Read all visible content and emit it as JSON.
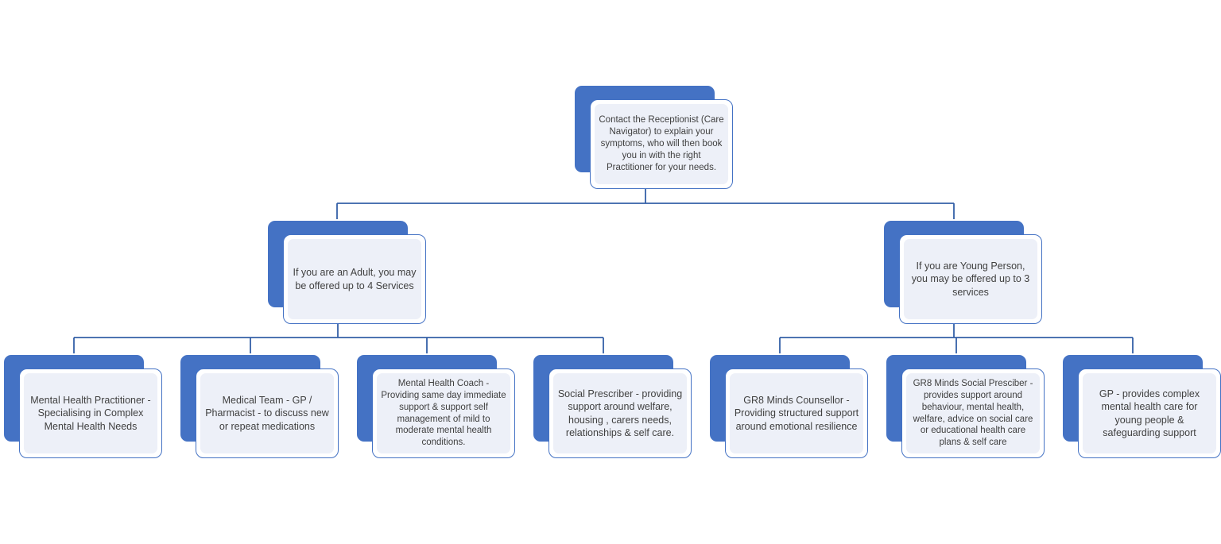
{
  "colors": {
    "page_bg": "#FFFFFF",
    "node_back_fill": "#4472C4",
    "node_front_fill": "#FFFFFF",
    "node_inner_fill": "#EDF0F8",
    "node_border": "#4472C4",
    "connector": "#3560A8",
    "text": "#404040"
  },
  "nodes": {
    "root": {
      "text": "Contact the Receptionist (Care Navigator) to explain your symptoms, who will then book you in with the right Practitioner for your needs.",
      "parent": null
    },
    "adult": {
      "text": "If you are an Adult, you may be offered up to 4 Services",
      "parent": "root"
    },
    "young": {
      "text": "If you are Young Person, you may be offered up to 3 services",
      "parent": "root"
    },
    "adult_service_1": {
      "text": "Mental Health Practitioner - Specialising in Complex Mental Health Needs",
      "parent": "adult"
    },
    "adult_service_2": {
      "text": "Medical Team - GP / Pharmacist - to discuss new or repeat medications",
      "parent": "adult"
    },
    "adult_service_3": {
      "text": "Mental Health Coach - Providing same day immediate support & support self management of mild to moderate mental health conditions.",
      "parent": "adult"
    },
    "adult_service_4": {
      "text": "Social Prescriber - providing support around welfare, housing , carers needs, relationships & self care.",
      "parent": "adult"
    },
    "young_service_1": {
      "text": "GR8 Minds Counsellor - Providing structured support around emotional resilience",
      "parent": "young"
    },
    "young_service_2": {
      "text": "GR8 Minds Social Presciber - provides support around behaviour, mental health, welfare, advice on social care or educational health care plans & self care",
      "parent": "young"
    },
    "young_service_3": {
      "text": "GP - provides complex mental health care for young people & safeguarding support",
      "parent": "young"
    }
  }
}
